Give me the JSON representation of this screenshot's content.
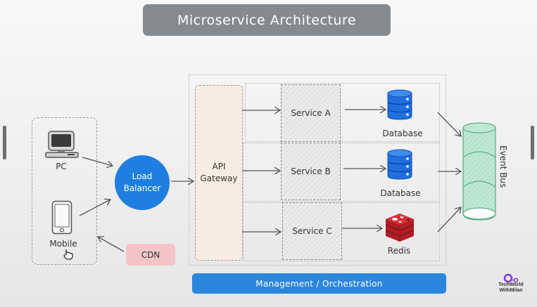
{
  "title": "Microservice Architecture",
  "clients": {
    "pc_label": "PC",
    "mobile_label": "Mobile"
  },
  "load_balancer": {
    "line1": "Load",
    "line2": "Balancer",
    "color": "#1f7fe0"
  },
  "cdn": {
    "label": "CDN",
    "color": "#f2c4c8"
  },
  "api_gateway": {
    "line1": "API",
    "line2": "Gateway",
    "color": "#f7ece1"
  },
  "services": [
    {
      "label": "Service A",
      "store_label": "Database",
      "store_type": "database"
    },
    {
      "label": "Service B",
      "store_label": "Database",
      "store_type": "database"
    },
    {
      "label": "Service C",
      "store_label": "Redis",
      "store_type": "redis"
    }
  ],
  "event_bus": {
    "label": "Event Bus",
    "color": "#bfe8d3"
  },
  "management": {
    "label": "Management / Orchestration",
    "color": "#2b86de"
  },
  "logo": {
    "line1": "TechWorld",
    "line2": "WithMilan"
  },
  "colors": {
    "database": "#1f6fe0",
    "redis": "#c8242b",
    "title_bg": "#858a8f"
  }
}
